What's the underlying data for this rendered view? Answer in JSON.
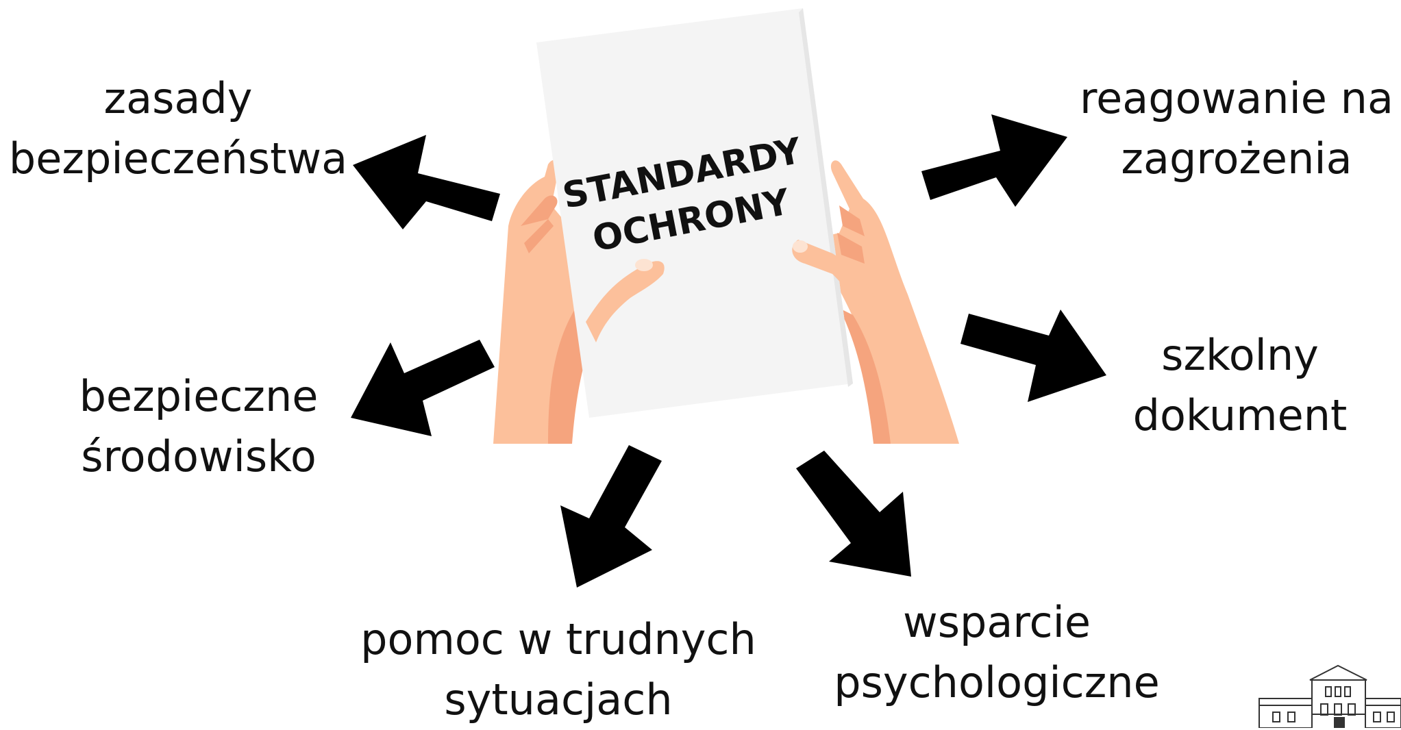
{
  "center": {
    "title_line1": "STANDARDY",
    "title_line2": "OCHRONY"
  },
  "topics": {
    "top_left": {
      "line1": "zasady",
      "line2": "bezpieczeństwa"
    },
    "top_right": {
      "line1": "reagowanie na",
      "line2": "zagrożenia"
    },
    "mid_left": {
      "line1": "bezpieczne",
      "line2": "środowisko"
    },
    "mid_right": {
      "line1": "szkolny",
      "line2": "dokument"
    },
    "bottom_left": {
      "line1": "pomoc w trudnych",
      "line2": "sytuacjach"
    },
    "bottom_right": {
      "line1": "wsparcie",
      "line2": "psychologiczne"
    }
  },
  "colors": {
    "arrow": "#000000",
    "skin": "#fcc09b",
    "skin_shadow": "#f5a47e",
    "paper": "#f4f4f4",
    "text": "#111111"
  },
  "icons": {
    "logo": "school-building-icon"
  }
}
